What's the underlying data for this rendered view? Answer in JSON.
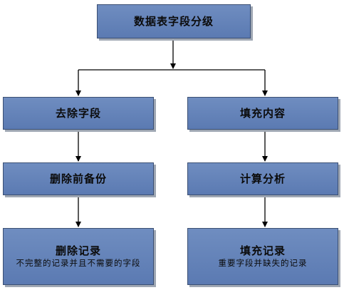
{
  "diagram": {
    "root": {
      "title": "数据表字段分级"
    },
    "left": {
      "step1": {
        "title": "去除字段"
      },
      "step2": {
        "title": "删除前备份"
      },
      "step3": {
        "title": "删除记录",
        "subtitle": "不完整的记录并且不需要的字段"
      }
    },
    "right": {
      "step1": {
        "title": "填充内容"
      },
      "step2": {
        "title": "计算分析"
      },
      "step3": {
        "title": "填充记录",
        "subtitle": "重要字段并缺失的记录"
      }
    }
  },
  "colors": {
    "box_fill": "#5f7eb5",
    "box_border": "#3b4f73",
    "box_shadow": "#9fa7b3",
    "connector": "#000000"
  }
}
